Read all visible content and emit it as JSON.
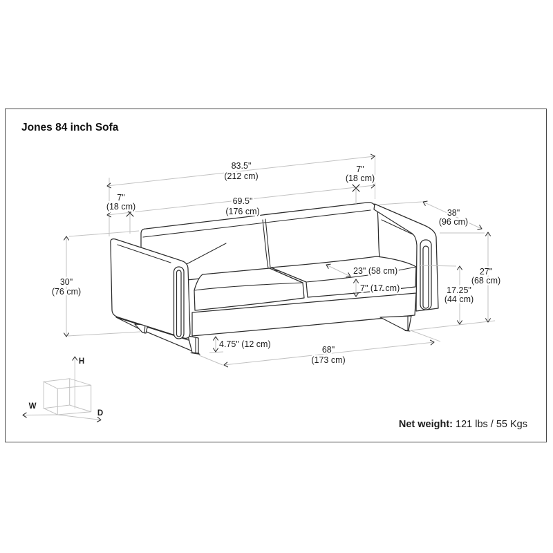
{
  "page": {
    "title": "Jones 84 inch Sofa"
  },
  "net_weight": {
    "label": "Net weight:",
    "value": "121 lbs / 55 Kgs"
  },
  "axis_cube": {
    "width_label": "W",
    "height_label": "H",
    "depth_label": "D"
  },
  "dimensions": {
    "overall_width": {
      "in": "83.5\"",
      "cm": "(212 cm)"
    },
    "arm_width_left": {
      "in": "7\"",
      "cm": "(18 cm)"
    },
    "arm_width_right": {
      "in": "7\"",
      "cm": "(18 cm)"
    },
    "interior_width": {
      "in": "69.5\"",
      "cm": "(176 cm)"
    },
    "overall_depth": {
      "in": "38\"",
      "cm": "(96 cm)"
    },
    "overall_height": {
      "in": "30\"",
      "cm": "(76 cm)"
    },
    "back_height": {
      "in": "27\"",
      "cm": "(68 cm)"
    },
    "seat_height": {
      "in": "17.25\"",
      "cm": "(44 cm)"
    },
    "base_width": {
      "in": "68\"",
      "cm": "(173 cm)"
    },
    "seat_depth": {
      "text": "23\" (58 cm)"
    },
    "cushion_thickness": {
      "text": "7\" (17 cm)"
    },
    "leg_clearance": {
      "text": "4.75\" (12 cm)"
    }
  }
}
